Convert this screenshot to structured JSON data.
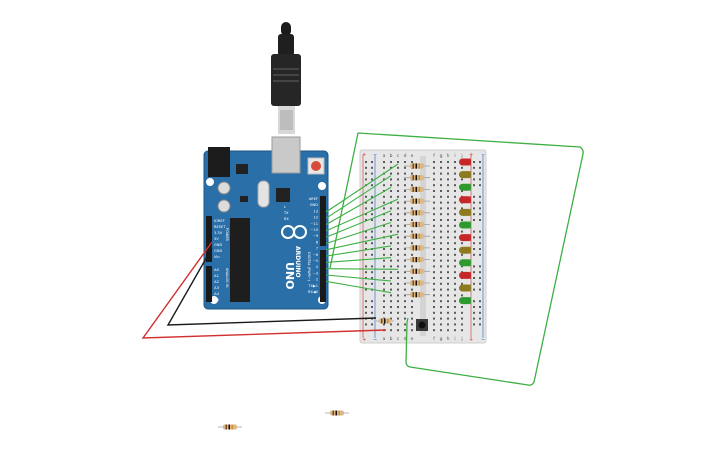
{
  "arduino": {
    "logo_text": "ARDUINO",
    "model": "UNO",
    "power_labels": [
      "IOREF",
      "RESET",
      "3.3V",
      "5V",
      "GND",
      "GND",
      "Vin"
    ],
    "analog_labels": [
      "A0",
      "A1",
      "A2",
      "A3",
      "A4",
      "A5"
    ],
    "power_header": "POWER",
    "analog_header": "ANALOG IN",
    "digital_header": "DIGITAL (PWM~)",
    "digital_labels": [
      "AREF",
      "GND",
      "13",
      "12",
      "~11",
      "~10",
      "~9",
      "8",
      "7",
      "~6",
      "~5",
      "4",
      "~3",
      "2",
      "TX▶1",
      "RX◀0"
    ],
    "tx_label": "TX",
    "rx_label": "RX",
    "l_label": "L"
  },
  "breadboard": {
    "column_letters_left": [
      "a",
      "b",
      "c",
      "d",
      "e"
    ],
    "column_letters_right": [
      "f",
      "g",
      "h",
      "i",
      "j"
    ],
    "rail_plus": "+",
    "rail_minus": "−"
  },
  "leds": {
    "colors": [
      "#c62828",
      "#8d7a1e",
      "#2e9a2e",
      "#c62828",
      "#8d7a1e",
      "#2e9a2e",
      "#c62828",
      "#8d7a1e",
      "#2e9a2e",
      "#c62828",
      "#8d7a1e",
      "#2e9a2e"
    ]
  },
  "colors": {
    "board": "#2a6fa8",
    "wire_green": "#3cb043",
    "wire_red": "#d32f2f",
    "wire_black": "#1a1a1a"
  }
}
